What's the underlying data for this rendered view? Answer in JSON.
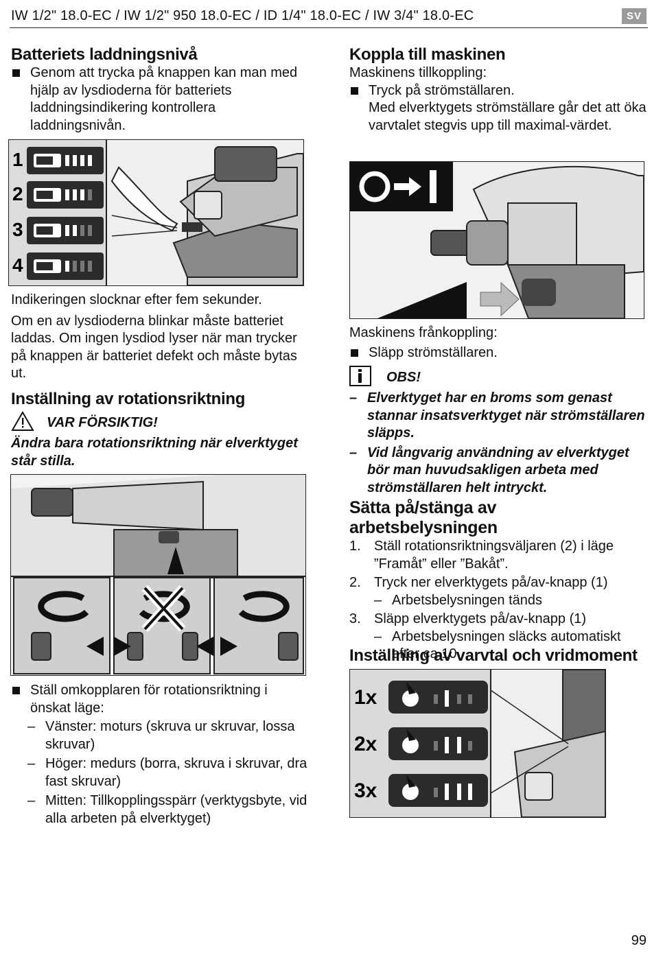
{
  "header": {
    "title": "IW 1/2\" 18.0-EC / IW 1/2\" 950 18.0-EC / ID 1/4\" 18.0-EC / IW 3/4\" 18.0-EC",
    "lang": "SV"
  },
  "left": {
    "battery": {
      "heading": "Batteriets laddningsnivå",
      "bullet": "Genom att trycka på knappen kan man med hjälp av lysdioderna för batteriets laddningsindikering kontrollera laddningsnivån.",
      "fig_labels": [
        "1",
        "2",
        "3",
        "4"
      ],
      "p1": "Indikeringen slocknar efter fem sekunder.",
      "p2": "Om en av lysdioderna blinkar måste batteriet laddas. Om ingen lysdiod lyser när man trycker på knappen är batteriet defekt och måste bytas ut."
    },
    "rotation": {
      "heading": "Inställning av rotationsriktning",
      "caution_label": "VAR FÖRSIKTIG!",
      "caution_text": "Ändra bara rotationsriktning när elverktyget står stilla.",
      "bullet": "Ställ omkopplaren för rotationsriktning i önskat läge:",
      "items": [
        {
          "term": "Vänster:",
          "text": " moturs (skruva ur skruvar, lossa skruvar)"
        },
        {
          "term": "Höger:",
          "text": " medurs (borra, skruva i skruvar, dra fast skruvar)"
        },
        {
          "term": "Mitten:",
          "text": " Tillkopplingsspärr (verktygsbyte, vid alla arbeten på elverktyget)"
        }
      ]
    }
  },
  "right": {
    "connect": {
      "heading": "Koppla till maskinen",
      "sub": "Maskinens tillkoppling:",
      "bullet_a": "Tryck på strömställaren.",
      "bullet_b": "Med elverktygets strömställare går det att öka varvtalet stegvis upp till maximal-värdet.",
      "off_label": "Maskinens frånkoppling:",
      "off_bullet": "Släpp strömställaren.",
      "note_label": "OBS!",
      "notes": [
        "Elverktyget har en broms som genast stannar insatsverktyget när strömställaren släpps.",
        "Vid långvarig användning av elverktyget bör man huvudsakligen arbeta med strömställaren helt intryckt."
      ]
    },
    "light": {
      "heading": "Sätta på/stänga av arbetsbelysningen",
      "steps": [
        {
          "n": "1.",
          "text": "Ställ rotationsriktningsväljaren (2) i läge ”Framåt” eller ”Bakåt”.",
          "sub": ""
        },
        {
          "n": "2.",
          "text": "Tryck ner elverktygets på/av-knapp (1)",
          "sub": "Arbetsbelysningen tänds"
        },
        {
          "n": "3.",
          "text": "Släpp elverktygets på/av-knapp (1)",
          "sub": "Arbetsbelysningen släcks automatiskt efter ca 10"
        }
      ]
    },
    "speed": {
      "heading": "Inställning av varvtal och vridmoment",
      "fig_labels": [
        "1x",
        "2x",
        "3x"
      ]
    }
  },
  "page_number": "99"
}
